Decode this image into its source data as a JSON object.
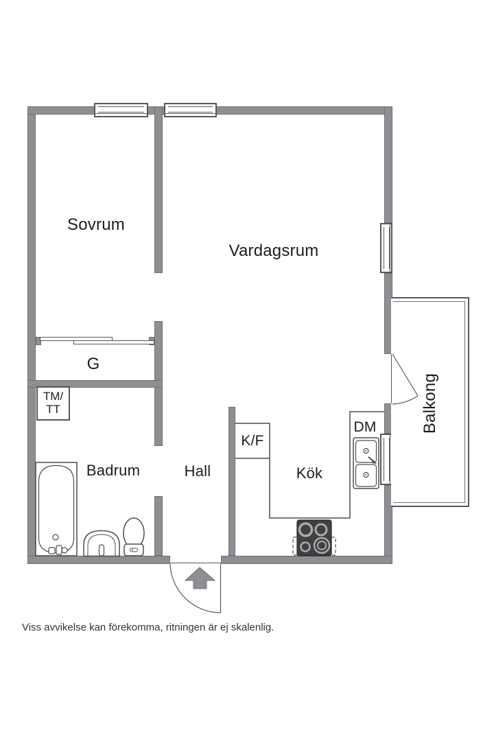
{
  "plan": {
    "rooms": {
      "bedroom": "Sovrum",
      "living_room": "Vardagsrum",
      "closet": "G",
      "bathroom": "Badrum",
      "hall": "Hall",
      "kitchen": "Kök",
      "balcony": "Balkong"
    },
    "appliances": {
      "washer_dryer_line1": "TM/",
      "washer_dryer_line2": "TT",
      "fridge_freezer": "K/F",
      "dishwasher": "DM"
    }
  },
  "footer": {
    "disclaimer": "Viss avvikelse kan förekomma, ritningen är ej skalenlig."
  },
  "colors": {
    "wall_fill": "#8d8f92",
    "wall_border": "#6f7174",
    "fixture_line": "#4b4d4f",
    "stove_fill": "#3e4042",
    "label_text": "#1d1d1f",
    "footer_text": "#333333",
    "background": "#ffffff"
  },
  "icons": {
    "entrance_arrow": "up-arrow"
  }
}
